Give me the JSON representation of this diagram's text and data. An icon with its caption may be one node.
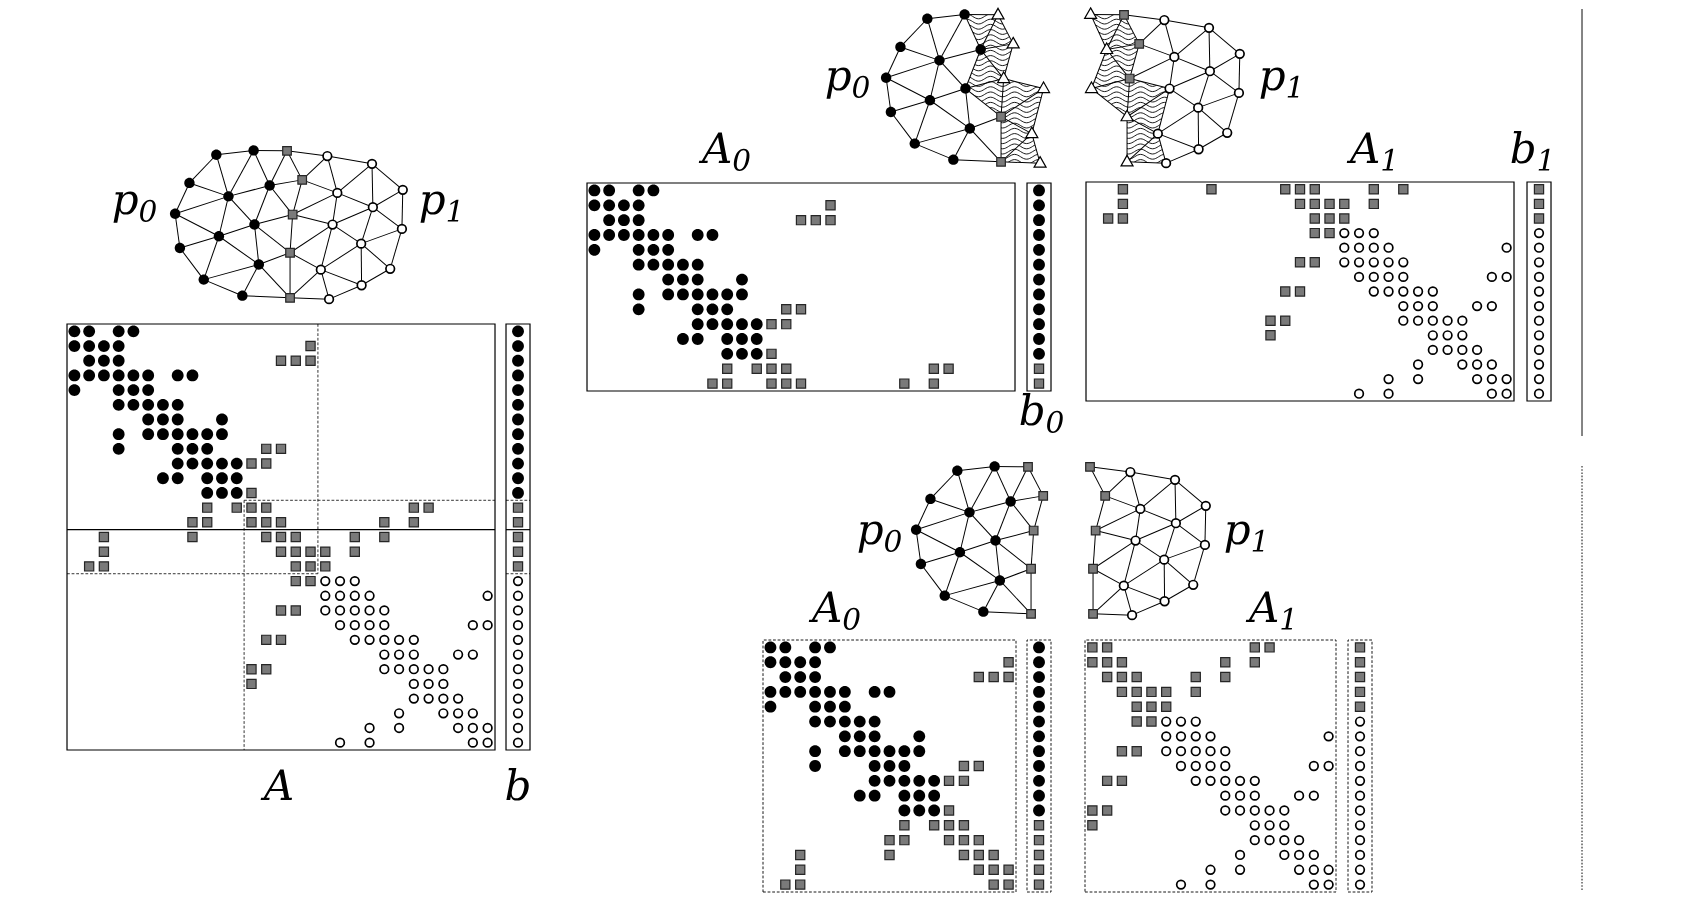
{
  "diagram": {
    "nodes": [
      {
        "text": [
          "A"
        ]
      },
      {
        "text": [
          "b"
        ]
      },
      {
        "text": [
          "A$_{0}$"
        ]
      },
      {
        "text": [
          "b$_{0}$"
        ]
      },
      {
        "text": [
          "A$_{1}$"
        ]
      },
      {
        "text": [
          "b$_{1}$"
        ]
      },
      {
        "text": [
          "A$_{0}$"
        ]
      },
      {
        "text": [],
        "shape": "box"
      },
      {
        "text": [
          "A$_{1}$"
        ]
      },
      {
        "text": [],
        "shape": "box"
      }
    ],
    "labels": [
      "p$_{0}$",
      "p$_{1}$",
      "p$_{0}$",
      "p$_{1}$",
      "p$_{0}$",
      "p$_{1}$"
    ]
  }
}
